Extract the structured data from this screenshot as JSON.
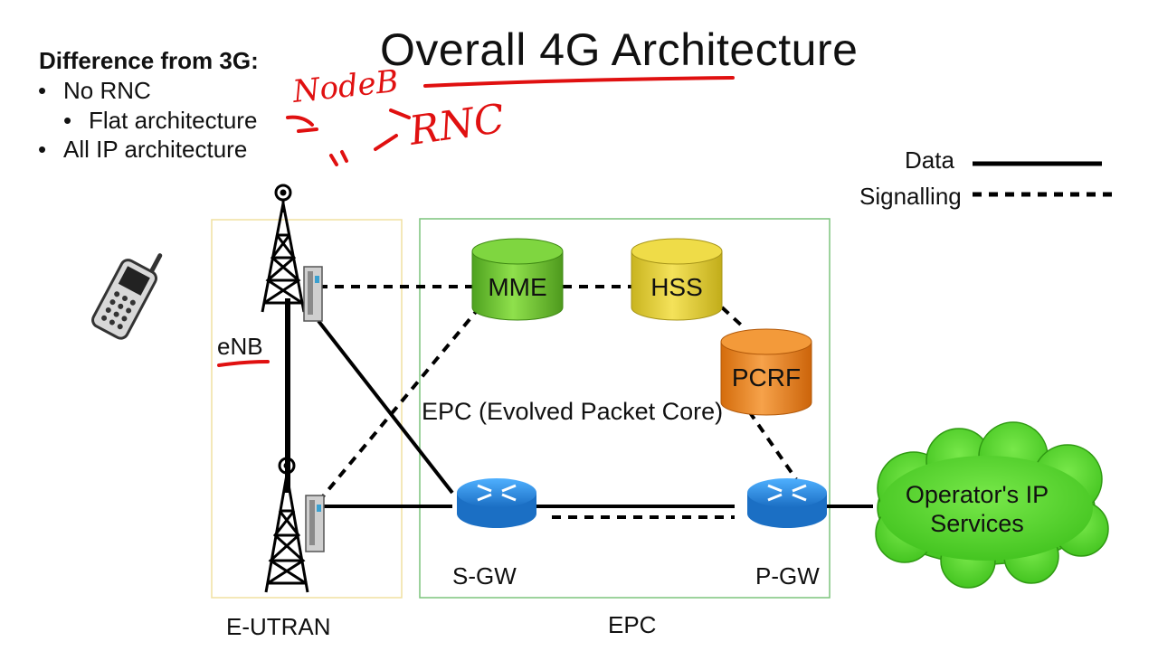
{
  "title": "Overall 4G Architecture",
  "difference": {
    "heading": "Difference from 3G:",
    "bullets": [
      "No RNC",
      "Flat architecture",
      "All IP architecture"
    ]
  },
  "annotations": {
    "nodeb": "NodeB",
    "rnc": "RNC"
  },
  "legend": {
    "data_label": "Data",
    "signalling_label": "Signalling"
  },
  "nodes": {
    "mme": "MME",
    "hss": "HSS",
    "pcrf": "PCRF",
    "sgw": "S-GW",
    "pgw": "P-GW",
    "operator_line1": "Operator's IP",
    "operator_line2": "Services",
    "enb": "eNB"
  },
  "regions": {
    "epc_inner": "EPC (Evolved Packet Core)",
    "eutran": "E-UTRAN",
    "epc": "EPC"
  },
  "colors": {
    "mme": "#6dc432",
    "hss": "#e7d33a",
    "pcrf": "#ef8a1f",
    "router": "#2a8fe0",
    "cloud": "#57d22e",
    "annotation": "#e01010",
    "eutran_border": "#f0e0a0",
    "epc_border": "#7cc47c"
  },
  "icons": [
    "phone-icon",
    "antenna-tower-icon",
    "base-station-unit-icon",
    "router-icon",
    "cloud-icon",
    "database-cylinder-icon"
  ]
}
